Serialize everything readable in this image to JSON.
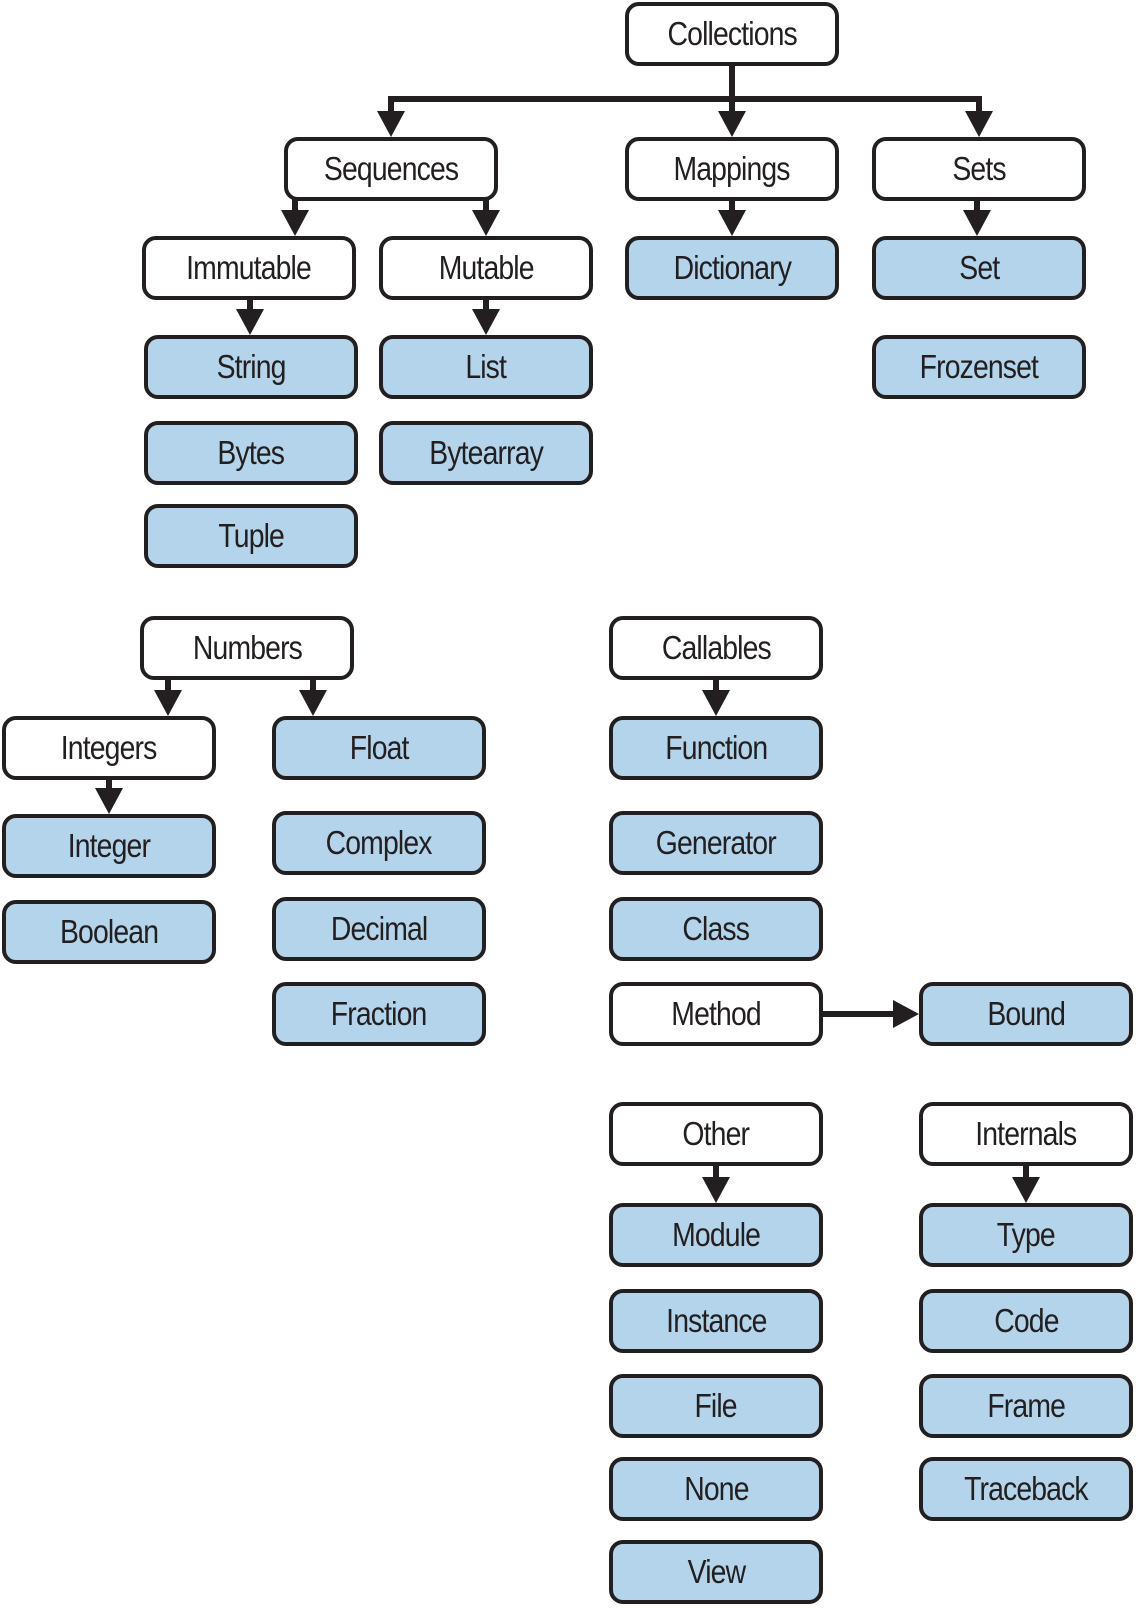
{
  "diagram": {
    "colors": {
      "category_fill": "#ffffff",
      "type_fill": "#b3d4ea",
      "stroke": "#231f20"
    },
    "nodes": [
      {
        "id": "collections",
        "label": "Collections",
        "kind": "category"
      },
      {
        "id": "sequences",
        "label": "Sequences",
        "kind": "category"
      },
      {
        "id": "mappings",
        "label": "Mappings",
        "kind": "category"
      },
      {
        "id": "sets",
        "label": "Sets",
        "kind": "category"
      },
      {
        "id": "immutable",
        "label": "Immutable",
        "kind": "category"
      },
      {
        "id": "mutable",
        "label": "Mutable",
        "kind": "category"
      },
      {
        "id": "dictionary",
        "label": "Dictionary",
        "kind": "type"
      },
      {
        "id": "set",
        "label": "Set",
        "kind": "type"
      },
      {
        "id": "string",
        "label": "String",
        "kind": "type"
      },
      {
        "id": "list",
        "label": "List",
        "kind": "type"
      },
      {
        "id": "frozenset",
        "label": "Frozenset",
        "kind": "type"
      },
      {
        "id": "bytes",
        "label": "Bytes",
        "kind": "type"
      },
      {
        "id": "bytearray",
        "label": "Bytearray",
        "kind": "type"
      },
      {
        "id": "tuple",
        "label": "Tuple",
        "kind": "type"
      },
      {
        "id": "numbers",
        "label": "Numbers",
        "kind": "category"
      },
      {
        "id": "callables",
        "label": "Callables",
        "kind": "category"
      },
      {
        "id": "integers",
        "label": "Integers",
        "kind": "category"
      },
      {
        "id": "float",
        "label": "Float",
        "kind": "type"
      },
      {
        "id": "function",
        "label": "Function",
        "kind": "type"
      },
      {
        "id": "integer",
        "label": "Integer",
        "kind": "type"
      },
      {
        "id": "complex",
        "label": "Complex",
        "kind": "type"
      },
      {
        "id": "generator",
        "label": "Generator",
        "kind": "type"
      },
      {
        "id": "boolean",
        "label": "Boolean",
        "kind": "type"
      },
      {
        "id": "decimal",
        "label": "Decimal",
        "kind": "type"
      },
      {
        "id": "class",
        "label": "Class",
        "kind": "type"
      },
      {
        "id": "fraction",
        "label": "Fraction",
        "kind": "type"
      },
      {
        "id": "method",
        "label": "Method",
        "kind": "category"
      },
      {
        "id": "bound",
        "label": "Bound",
        "kind": "type"
      },
      {
        "id": "other",
        "label": "Other",
        "kind": "category"
      },
      {
        "id": "internals",
        "label": "Internals",
        "kind": "category"
      },
      {
        "id": "module",
        "label": "Module",
        "kind": "type"
      },
      {
        "id": "type",
        "label": "Type",
        "kind": "type"
      },
      {
        "id": "instance",
        "label": "Instance",
        "kind": "type"
      },
      {
        "id": "code",
        "label": "Code",
        "kind": "type"
      },
      {
        "id": "file",
        "label": "File",
        "kind": "type"
      },
      {
        "id": "frame",
        "label": "Frame",
        "kind": "type"
      },
      {
        "id": "none",
        "label": "None",
        "kind": "type"
      },
      {
        "id": "traceback",
        "label": "Traceback",
        "kind": "type"
      },
      {
        "id": "view",
        "label": "View",
        "kind": "type"
      }
    ],
    "edges": [
      {
        "from": "collections",
        "to": "sequences"
      },
      {
        "from": "collections",
        "to": "mappings"
      },
      {
        "from": "collections",
        "to": "sets"
      },
      {
        "from": "sequences",
        "to": "immutable"
      },
      {
        "from": "sequences",
        "to": "mutable"
      },
      {
        "from": "mappings",
        "to": "dictionary"
      },
      {
        "from": "sets",
        "to": "set"
      },
      {
        "from": "immutable",
        "to": "string"
      },
      {
        "from": "mutable",
        "to": "list"
      },
      {
        "from": "numbers",
        "to": "integers"
      },
      {
        "from": "numbers",
        "to": "float"
      },
      {
        "from": "integers",
        "to": "integer"
      },
      {
        "from": "callables",
        "to": "function"
      },
      {
        "from": "method",
        "to": "bound"
      },
      {
        "from": "other",
        "to": "module"
      },
      {
        "from": "internals",
        "to": "type"
      }
    ]
  }
}
